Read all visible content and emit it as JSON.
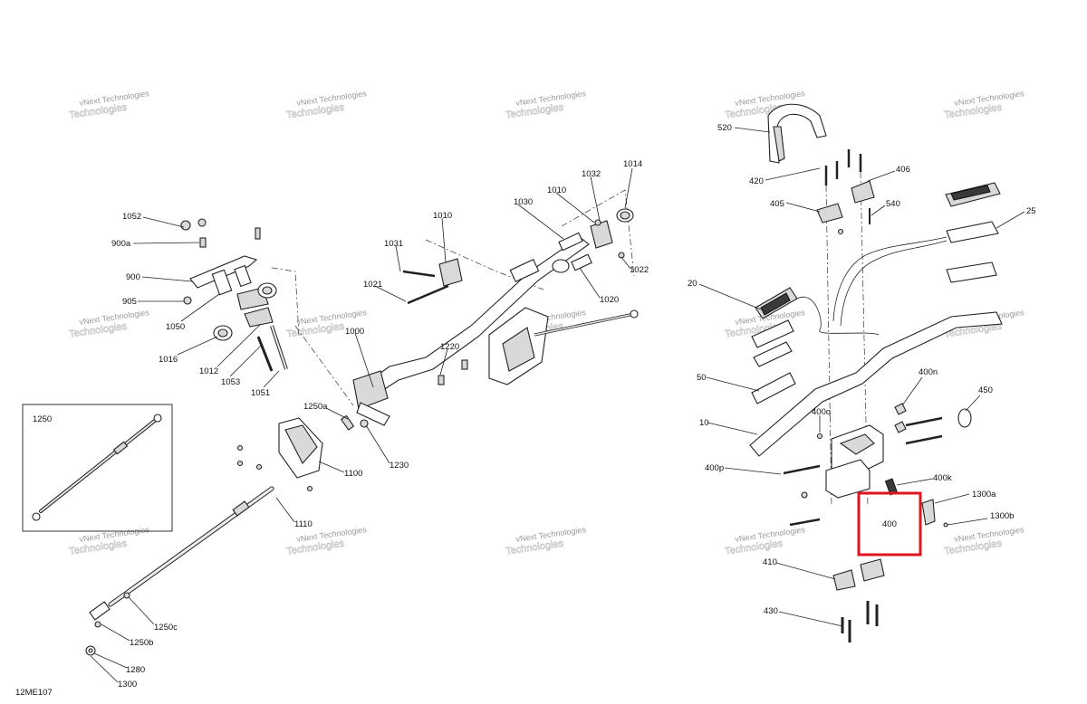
{
  "diagram_code": "12ME107",
  "watermark": {
    "line1": "vNext",
    "line2": "Technologies",
    "combined": "vNext Technologies"
  },
  "highlight": {
    "label": "400",
    "color": "#e0141e"
  },
  "inset_label": "1250",
  "labels": {
    "l520": "520",
    "l420": "420",
    "l406": "406",
    "l405": "405",
    "l540": "540",
    "l25": "25",
    "l20": "20",
    "l50": "50",
    "l10": "10",
    "l400n": "400n",
    "l450": "450",
    "l400q": "400q",
    "l400p": "400p",
    "l400k": "400k",
    "l1300a": "1300a",
    "l1300b": "1300b",
    "l400": "400",
    "l410": "410",
    "l430": "430",
    "l1052": "1052",
    "l900a": "900a",
    "l900": "900",
    "l905": "905",
    "l1050": "1050",
    "l1016": "1016",
    "l1012": "1012",
    "l1053": "1053",
    "l1051": "1051",
    "l1031": "1031",
    "l1010a": "1010",
    "l1021": "1021",
    "l1000": "1000",
    "l1220": "1220",
    "l1030": "1030",
    "l1010b": "1010",
    "l1032": "1032",
    "l1014": "1014",
    "l1022": "1022",
    "l1020": "1020",
    "l1250a": "1250a",
    "l1230": "1230",
    "l1100": "1100",
    "l1110": "1110",
    "l1250c": "1250c",
    "l1250b": "1250b",
    "l1280": "1280",
    "l1300": "1300"
  }
}
